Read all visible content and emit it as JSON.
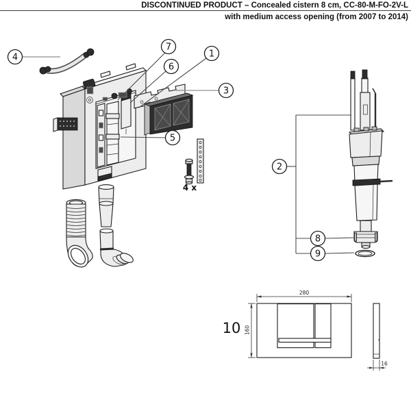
{
  "header": {
    "line1": "DISCONTINUED PRODUCT – Concealed cistern 8 cm, CC-80-M-FO-2V-L",
    "line2": "with medium access opening (from 2007 to 2014)"
  },
  "callouts": {
    "c1": "1",
    "c2": "2",
    "c3": "3",
    "c4": "4",
    "c5": "5",
    "c6": "6",
    "c7": "7",
    "c8": "8",
    "c9": "9"
  },
  "labels": {
    "screw_quantity": "4 x",
    "plate_item_number": "10"
  },
  "plate_dimensions": {
    "width_mm": "280",
    "height_mm": "160",
    "thickness_mm": "16"
  },
  "colors": {
    "line": "#1c1c1c",
    "fill_light": "#ededed",
    "fill_dark": "#2d2d2d",
    "background": "#ffffff"
  }
}
